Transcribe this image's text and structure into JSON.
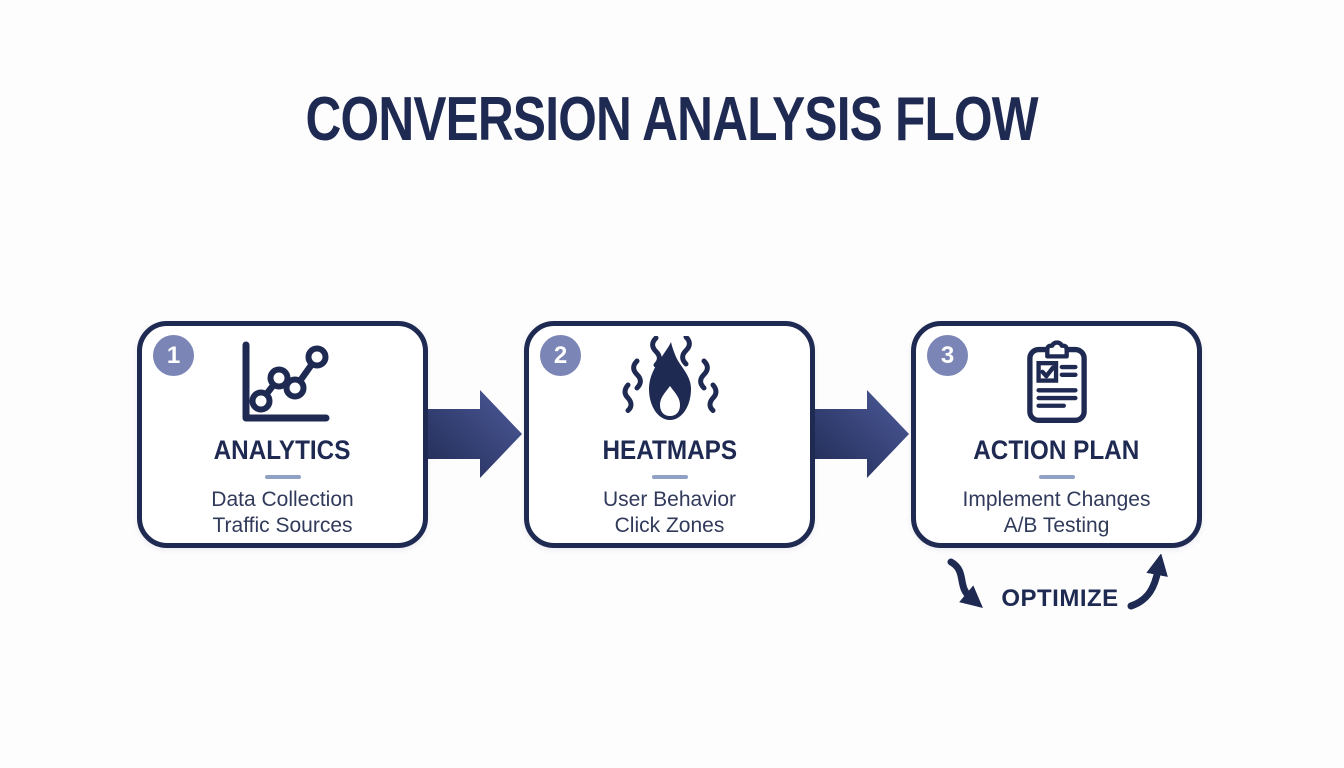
{
  "title": "CONVERSION ANALYSIS FLOW",
  "steps": [
    {
      "number": "1",
      "icon": "line-chart-icon",
      "title": "ANALYTICS",
      "lines": [
        "Data Collection",
        "Traffic Sources"
      ]
    },
    {
      "number": "2",
      "icon": "flame-icon",
      "title": "HEATMAPS",
      "lines": [
        "User Behavior",
        "Click Zones"
      ]
    },
    {
      "number": "3",
      "icon": "clipboard-checklist-icon",
      "title": "ACTION PLAN",
      "lines": [
        "Implement Changes",
        "A/B Testing"
      ]
    }
  ],
  "loop": {
    "label": "OPTIMIZE"
  },
  "colors": {
    "navy": "#1f2a52",
    "badge_slate": "#7b85b6",
    "divider_blue": "#91a1c3",
    "arrow_gradient_dark": "#212c56",
    "arrow_gradient_light": "#4d5a99",
    "background": "#fdfdfe",
    "body_text": "#313a5b"
  }
}
